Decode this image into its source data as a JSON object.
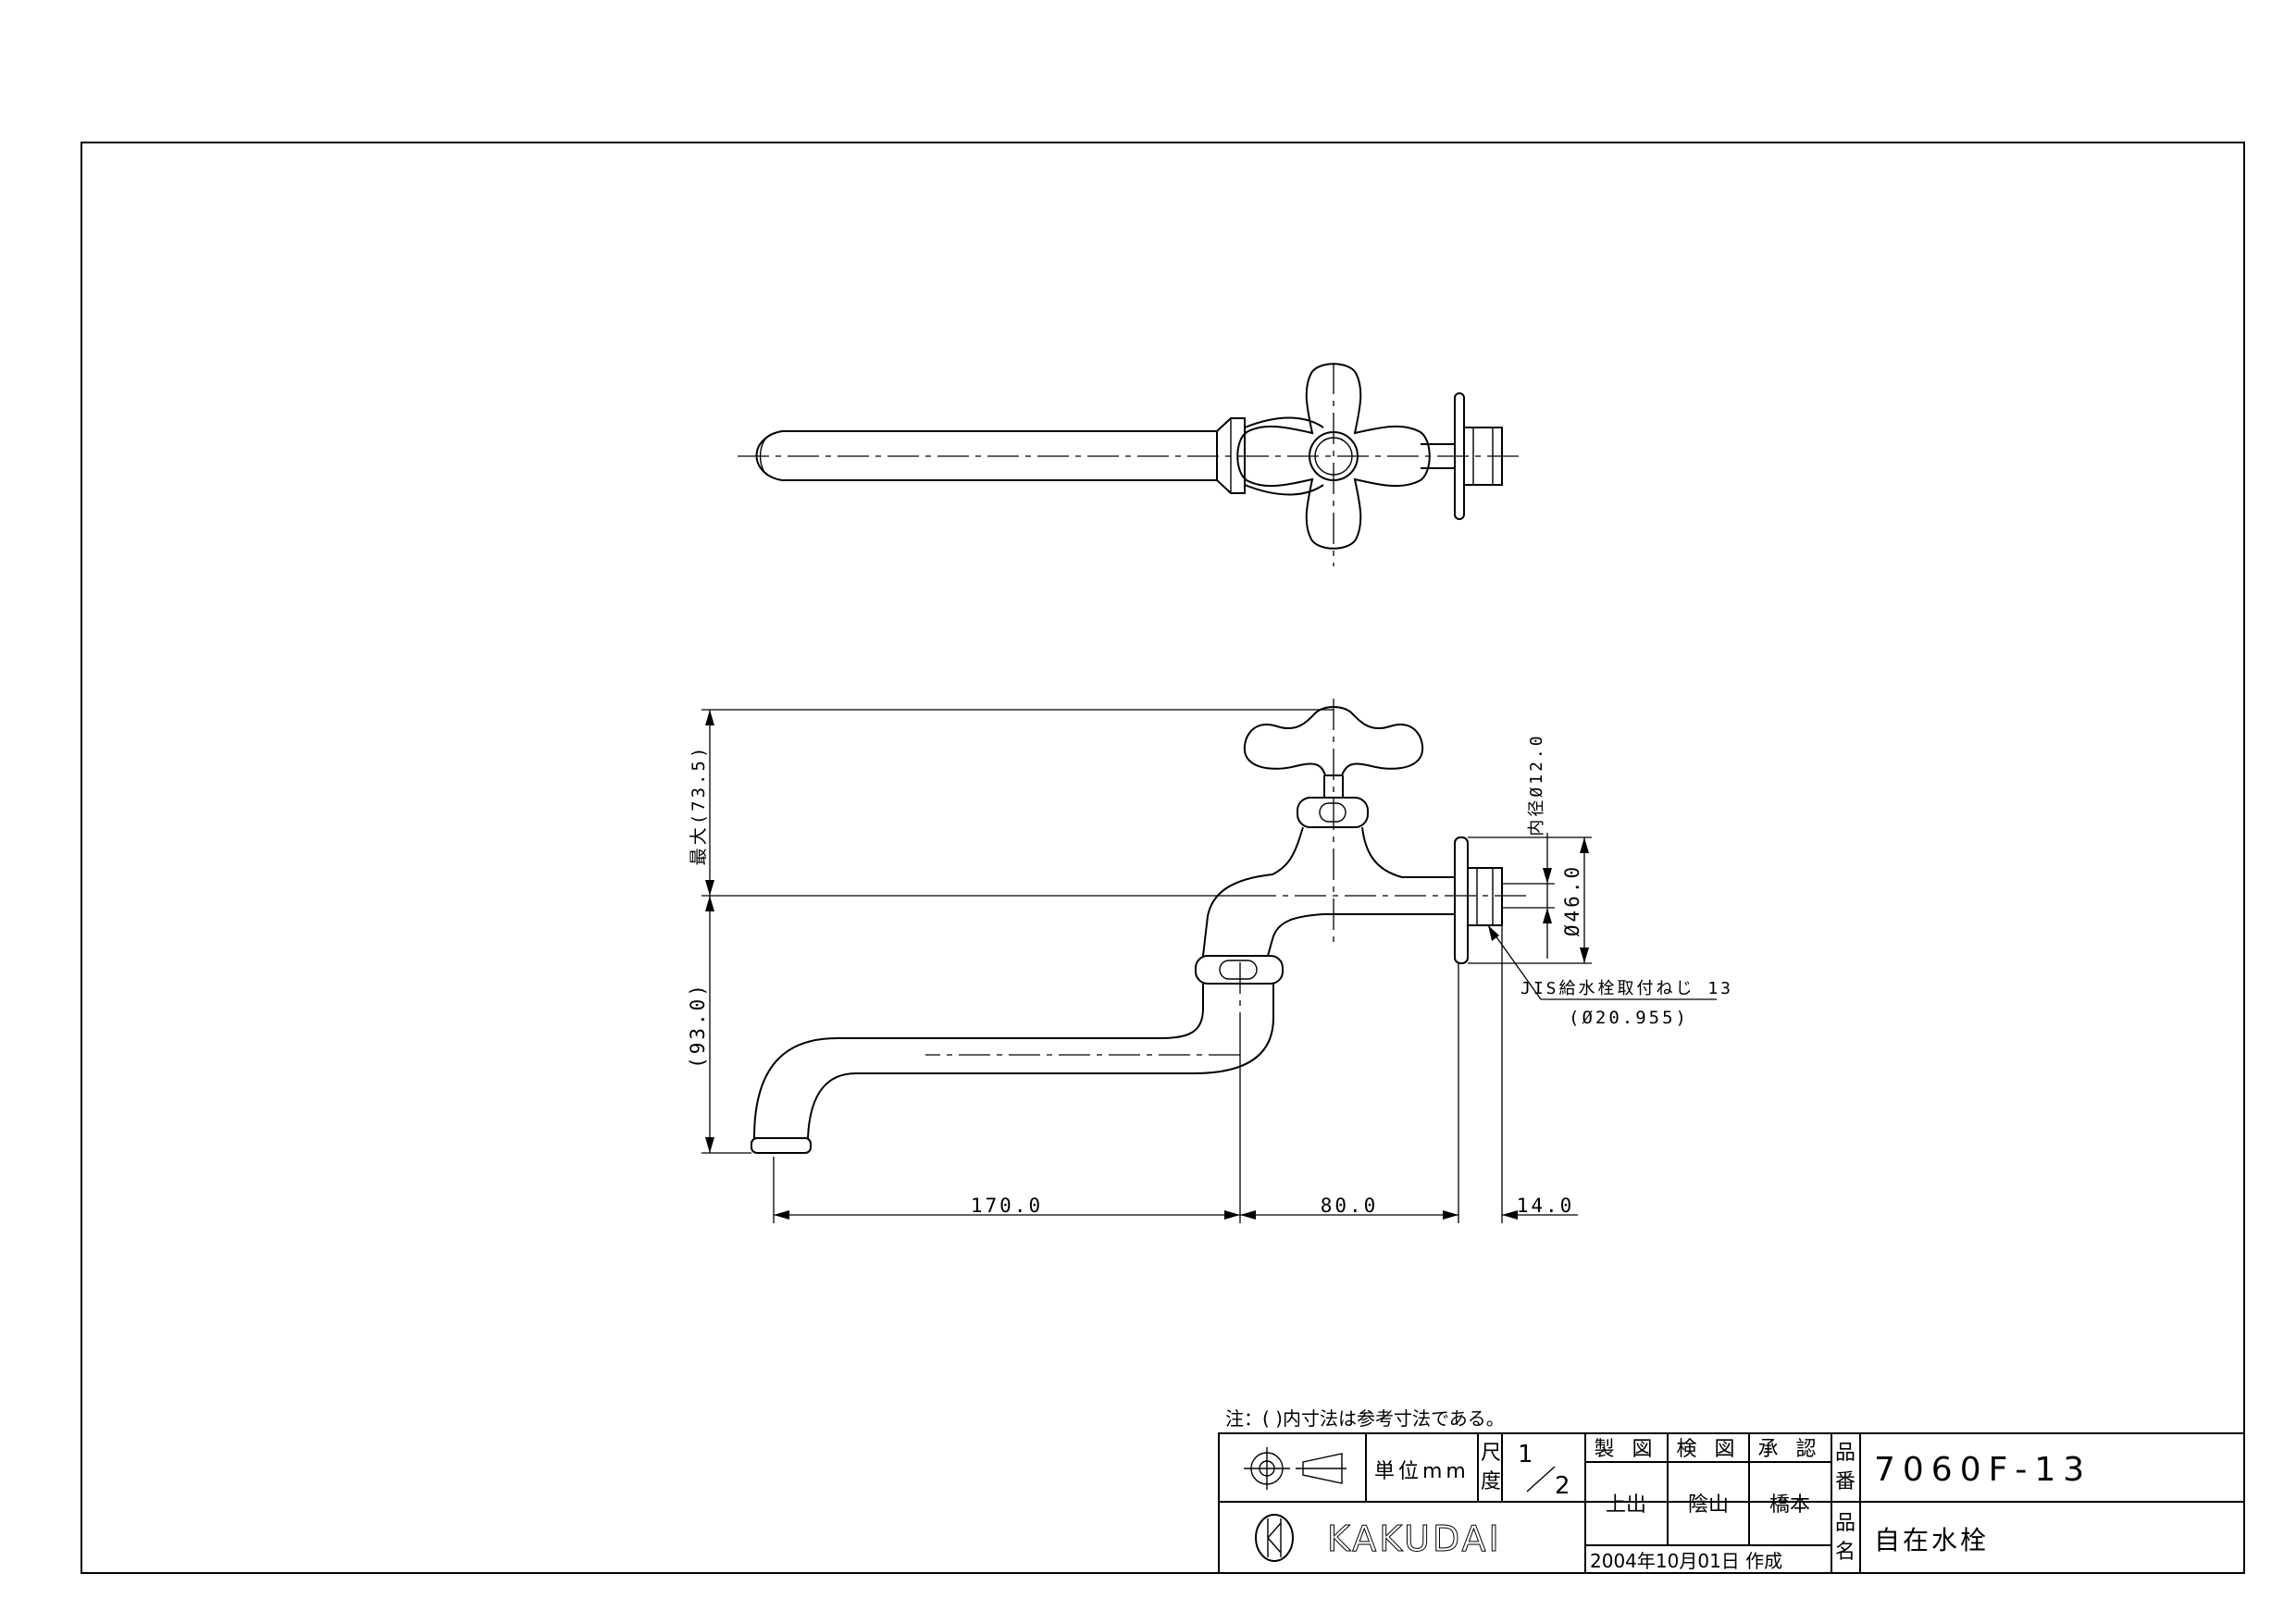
{
  "dimensions": {
    "dim_170": "170.0",
    "dim_80": "80.0",
    "dim_14": "14.0",
    "dim_93": "(93.0)",
    "dim_max": "最大(73.5)",
    "dim_inner": "内径Ø12.0",
    "dim_46": "Ø46.0",
    "thread_label": "JIS給水栓取付ねじ 13",
    "thread_dia": "(Ø20.955)"
  },
  "title_block": {
    "note": "注：( )内寸法は参考寸法である。",
    "unit": "単位mm",
    "scale_label_1": "尺",
    "scale_label_2": "度",
    "scale_num": "1",
    "scale_den": "2",
    "drawn_label": "製 図",
    "checked_label": "検 図",
    "approved_label": "承 認",
    "drawn_by": "上出",
    "checked_by": "陰山",
    "approved_by": "橋本",
    "date": "2004年10月01日 作成",
    "part_no_label_1": "品",
    "part_no_label_2": "番",
    "part_no": "7060F-13",
    "name_label_1": "品",
    "name_label_2": "名",
    "name": "自在水栓",
    "logo_text": "KAKUDAI"
  }
}
